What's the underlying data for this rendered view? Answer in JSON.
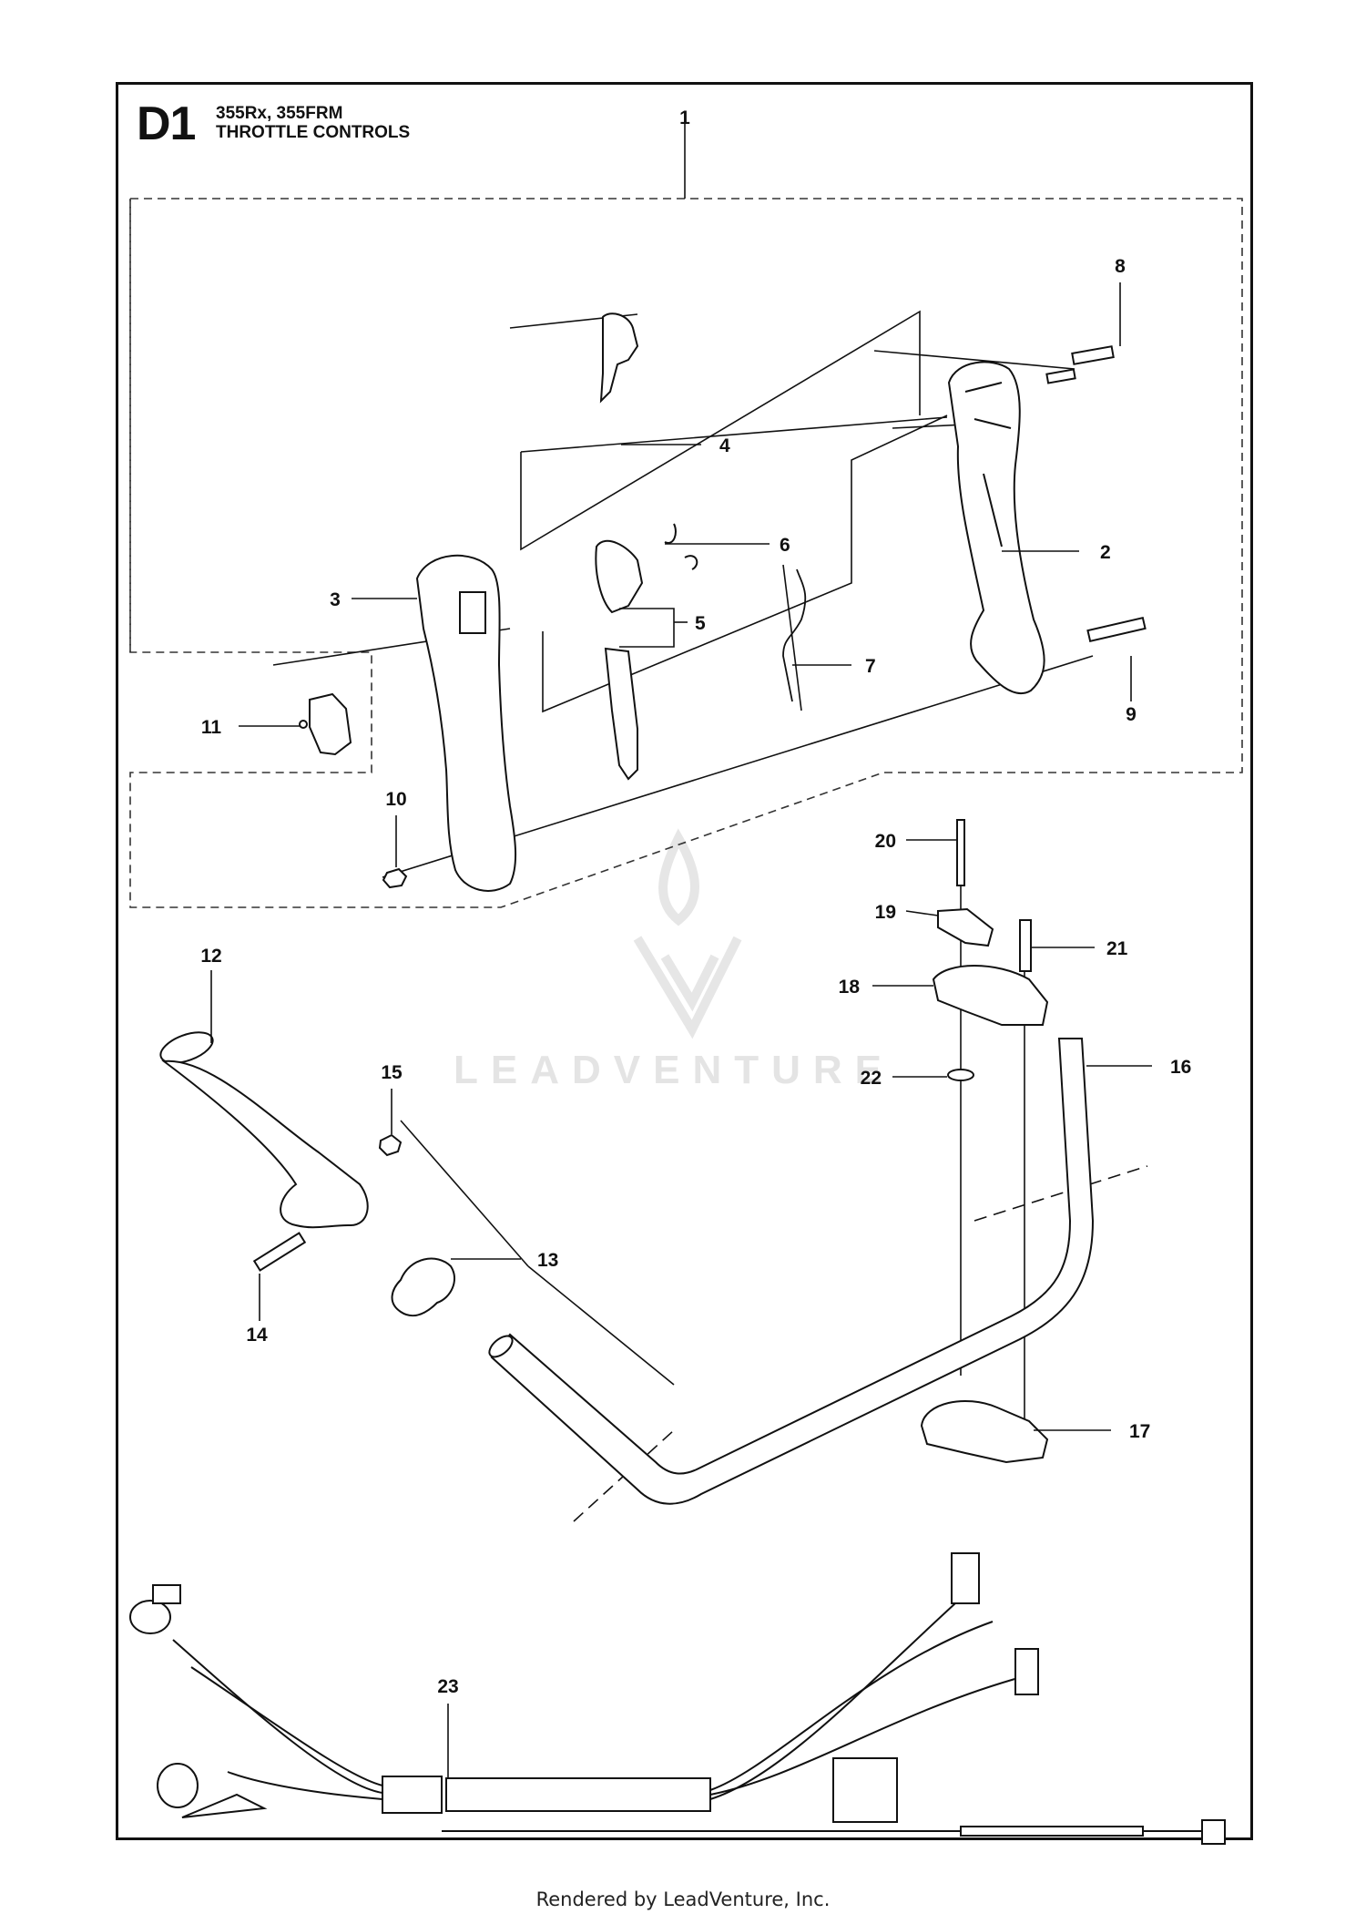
{
  "header": {
    "diagram_code": "D1",
    "models": "355Rx, 355FRM",
    "section_title": "THROTTLE CONTROLS"
  },
  "watermark": {
    "text": "LEADVENTURE"
  },
  "footer": {
    "text": "Rendered by LeadVenture, Inc."
  },
  "callouts": {
    "c1": "1",
    "c2": "2",
    "c3": "3",
    "c4": "4",
    "c5": "5",
    "c6": "6",
    "c7": "7",
    "c8": "8",
    "c9": "9",
    "c10": "10",
    "c11": "11",
    "c12": "12",
    "c13": "13",
    "c14": "14",
    "c15": "15",
    "c16": "16",
    "c17": "17",
    "c18": "18",
    "c19": "19",
    "c20": "20",
    "c21": "21",
    "c22": "22",
    "c23": "23"
  },
  "colors": {
    "ink": "#111111",
    "watermark": "#e4e4e4",
    "background": "#ffffff"
  }
}
